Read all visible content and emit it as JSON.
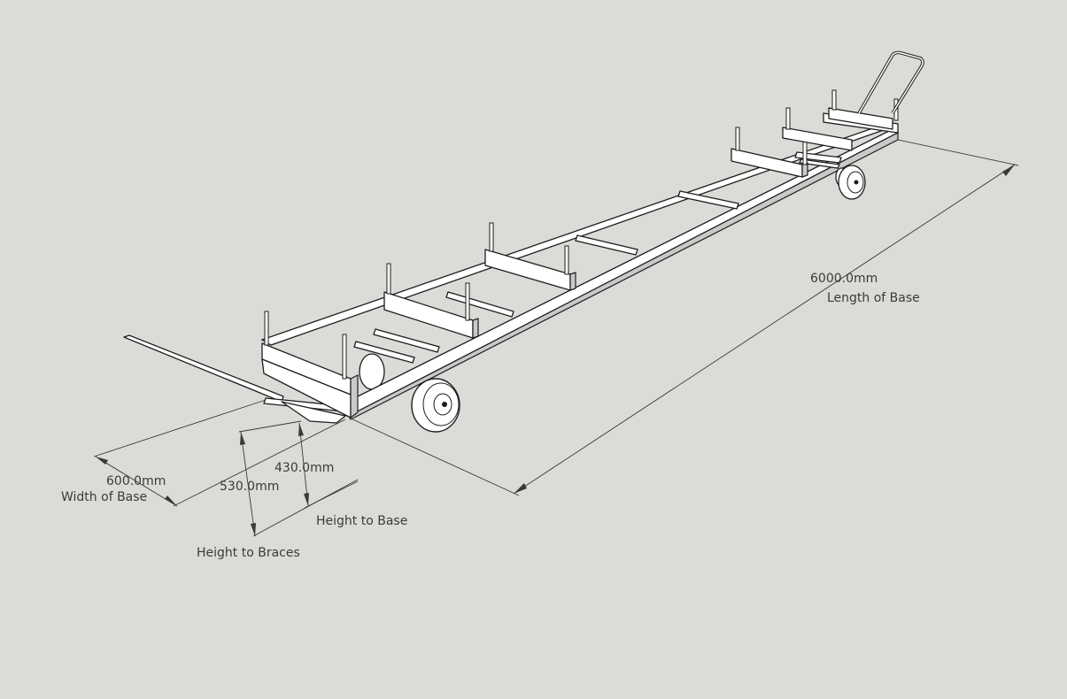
{
  "dimensions": {
    "length": {
      "value": "6000.0mm",
      "label": "Length of Base"
    },
    "width": {
      "value": "600.0mm",
      "label": "Width of Base"
    },
    "height_braces": {
      "value": "530.0mm",
      "label": "Height to Braces"
    },
    "height_base": {
      "value": "430.0mm",
      "label": "Height to Base"
    }
  },
  "colors": {
    "background": "#dcdbd7",
    "outline": "#1e1e1e",
    "fill": "#ffffff",
    "dimension": "#3a3a3a"
  }
}
